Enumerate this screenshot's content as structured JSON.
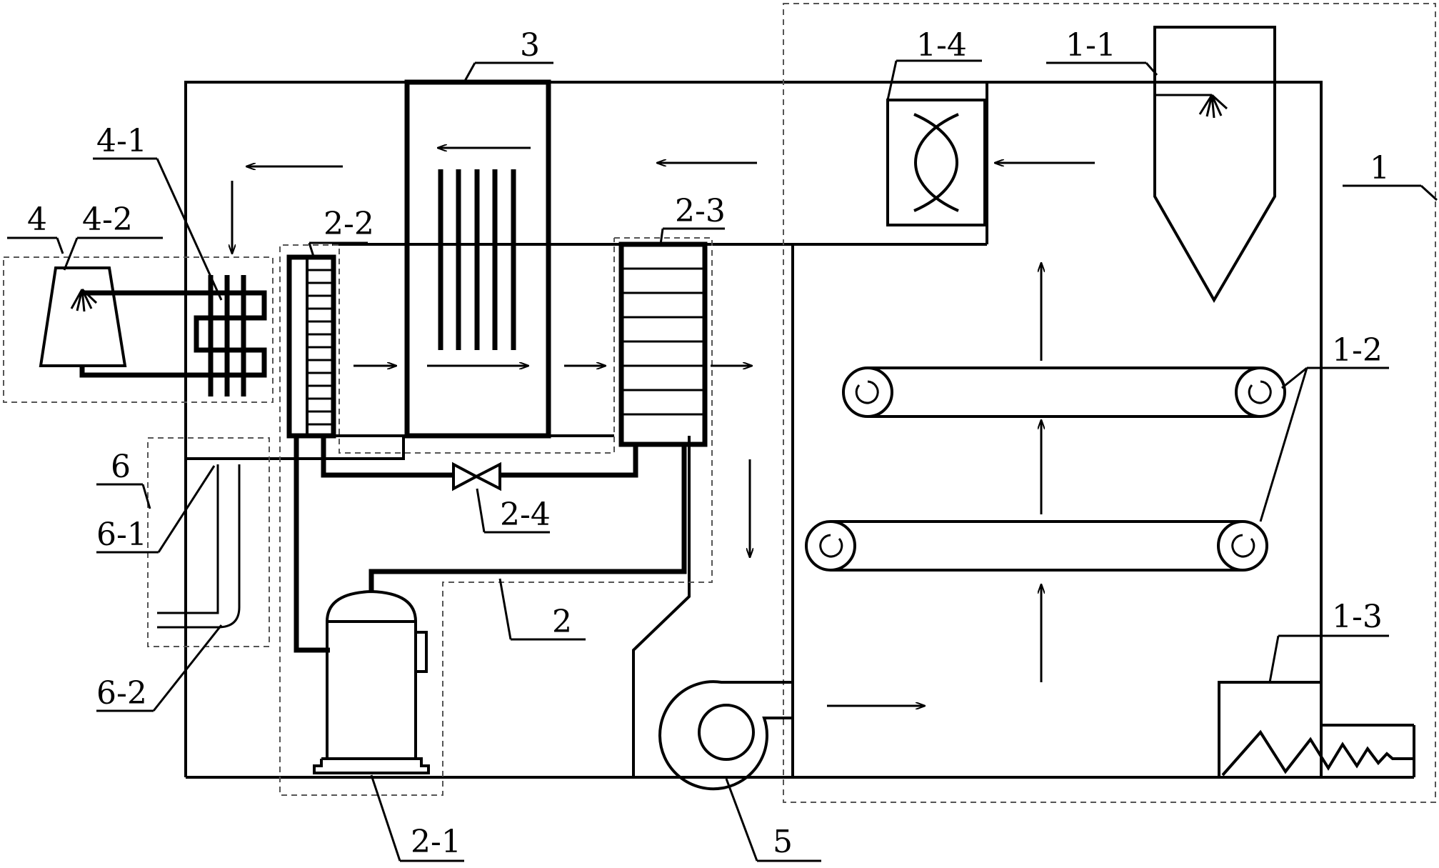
{
  "labels": {
    "l_1": "1",
    "l_1_1": "1-1",
    "l_1_2": "1-2",
    "l_1_3": "1-3",
    "l_1_4": "1-4",
    "l_2": "2",
    "l_2_1": "2-1",
    "l_2_2": "2-2",
    "l_2_3": "2-3",
    "l_2_4": "2-4",
    "l_3": "3",
    "l_4": "4",
    "l_4_1": "4-1",
    "l_4_2": "4-2",
    "l_5": "5",
    "l_6": "6",
    "l_6_1": "6-1",
    "l_6_2": "6-2"
  }
}
